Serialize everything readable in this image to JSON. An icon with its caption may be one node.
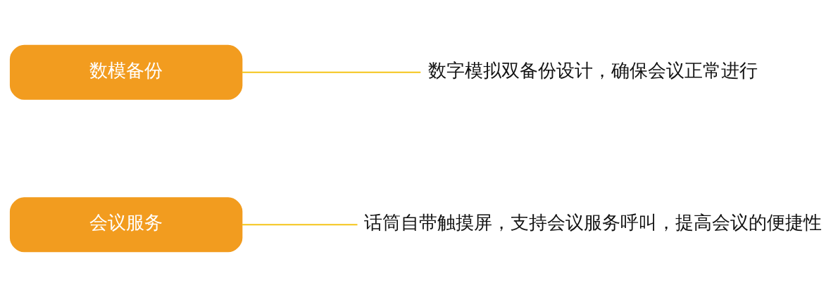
{
  "diagram": {
    "nodes": [
      {
        "text": [
          "会议服务"
        ]
      },
      {
        "text": [
          "话筒自带触摸屏，支持会议服务呼叫，提高会议的便捷性"
        ]
      },
      {
        "text": [
          "数模备份"
        ]
      },
      {
        "text": [
          "数字模拟双备份设计，确保会议正常进行"
        ]
      }
    ],
    "edges": [
      {
        "from": 0,
        "to": 1,
        "arrow": "none"
      },
      {
        "from": 2,
        "to": 3,
        "arrow": "none"
      }
    ]
  }
}
